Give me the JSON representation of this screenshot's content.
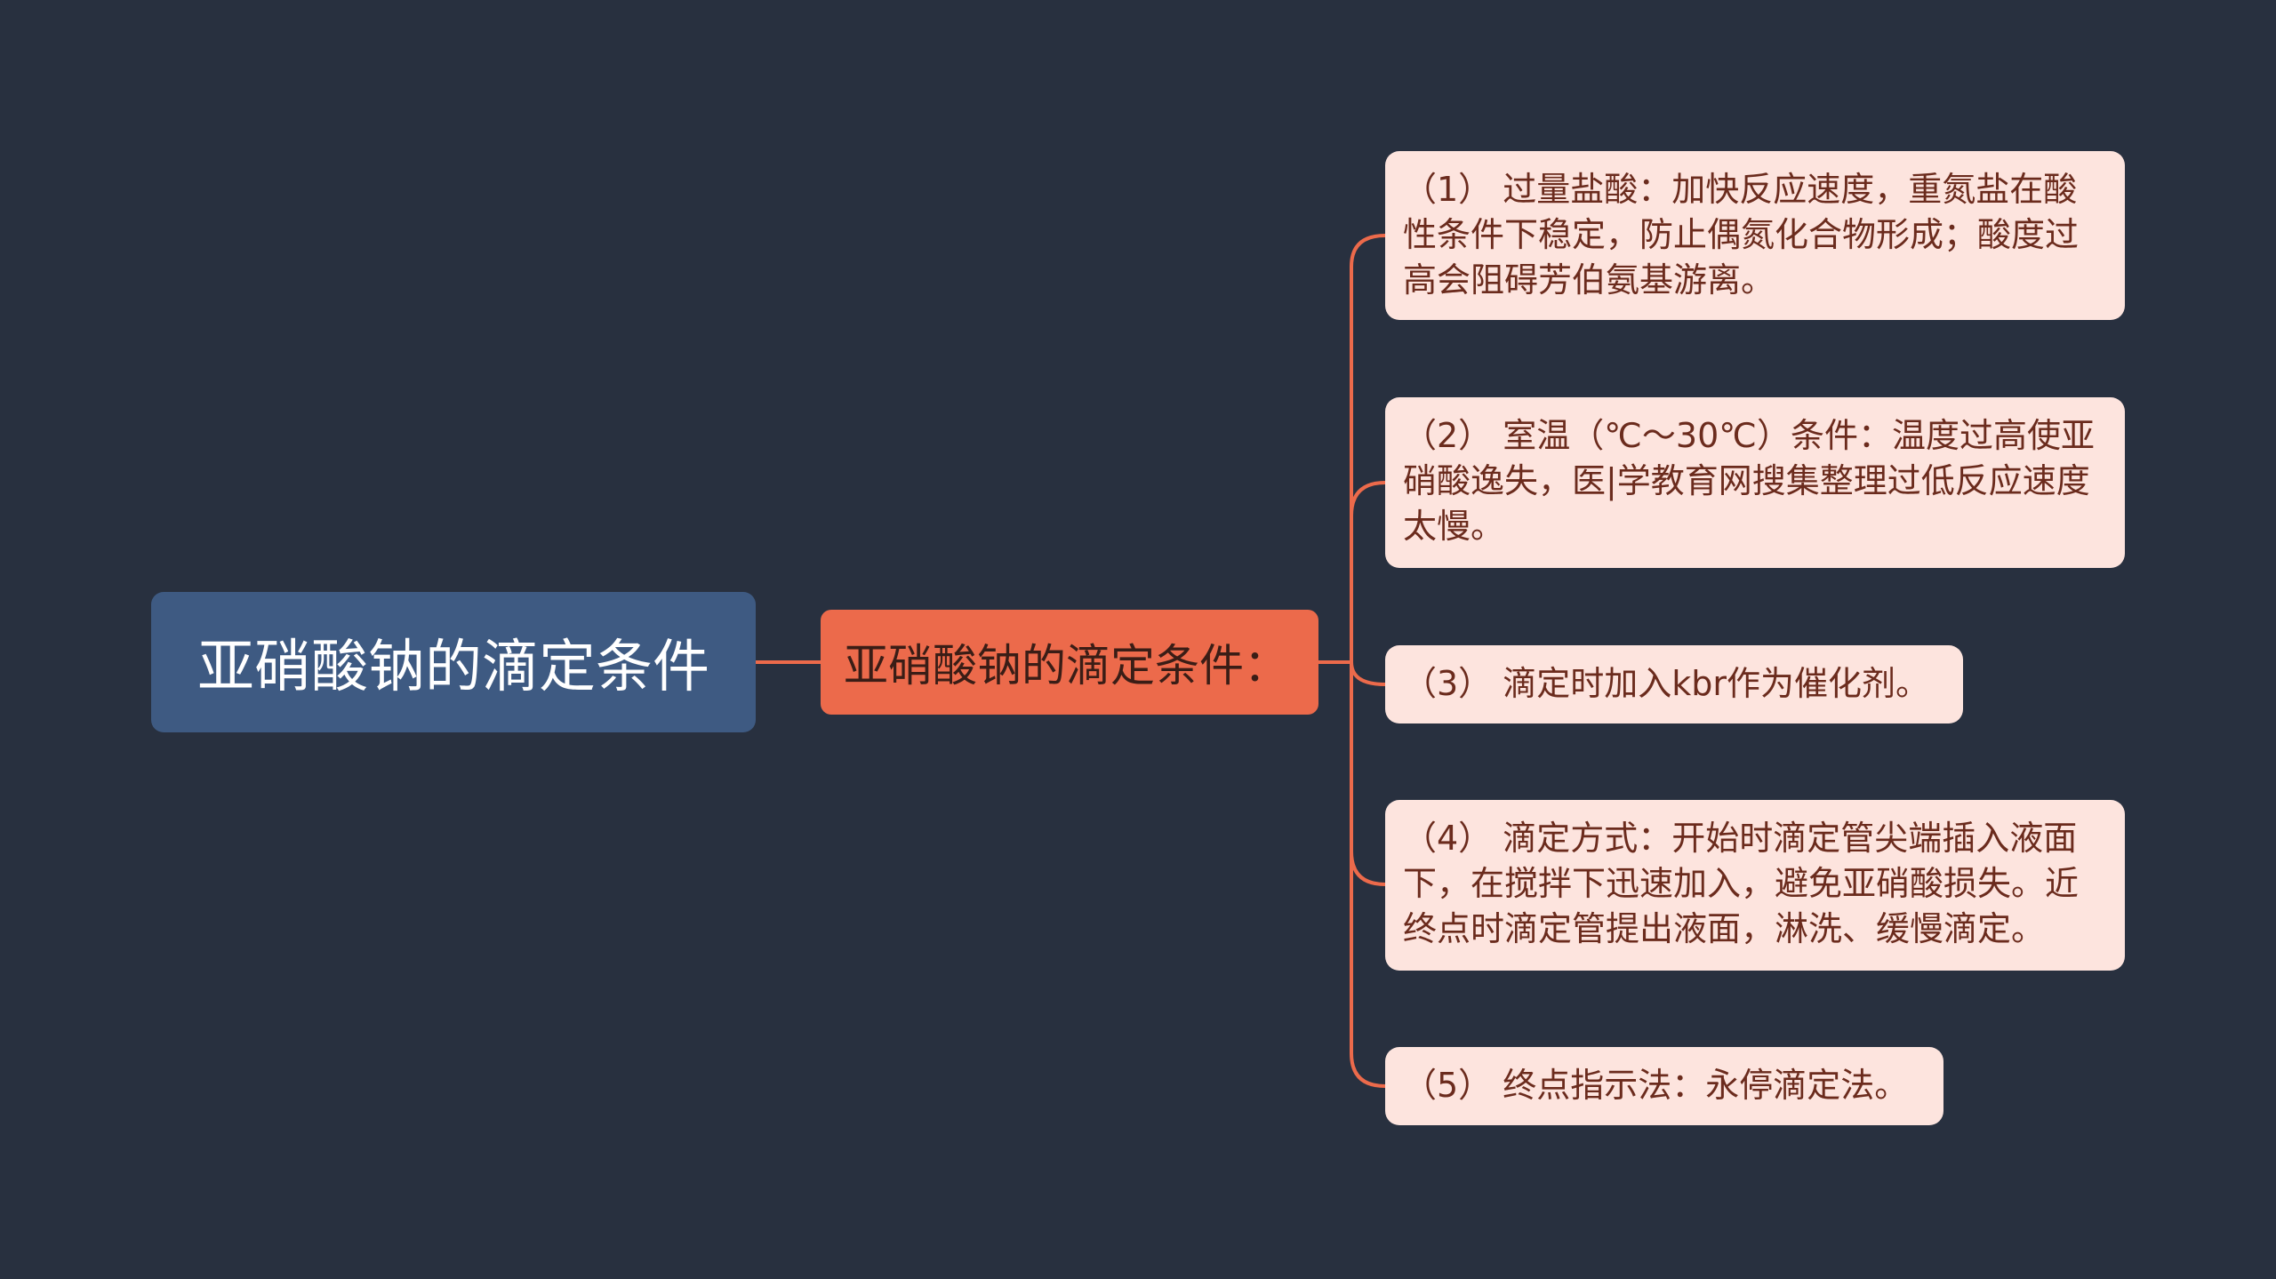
{
  "root": {
    "label": "亚硝酸钠的滴定条件"
  },
  "branch": {
    "label": "亚硝酸钠的滴定条件："
  },
  "leaves": [
    {
      "text": "（1） 过量盐酸：加快反应速度，重氮盐在酸性条件下稳定，防止偶氮化合物形成；酸度过高会阻碍芳伯氨基游离。"
    },
    {
      "text": "（2） 室温（℃～30℃）条件：温度过高使亚硝酸逸失，医|学教育网搜集整理过低反应速度太慢。"
    },
    {
      "text": "（3） 滴定时加入kbr作为催化剂。"
    },
    {
      "text": "（4） 滴定方式：开始时滴定管尖端插入液面下，在搅拌下迅速加入，避免亚硝酸损失。近终点时滴定管提出液面，淋洗、缓慢滴定。"
    },
    {
      "text": "（5） 终点指示法：永停滴定法。"
    }
  ],
  "colors": {
    "background": "#28303f",
    "root_fill": "#3e5a82",
    "branch_fill": "#ec6a4b",
    "leaf_fill": "#fde4de",
    "connector": "#ec6a4b"
  }
}
